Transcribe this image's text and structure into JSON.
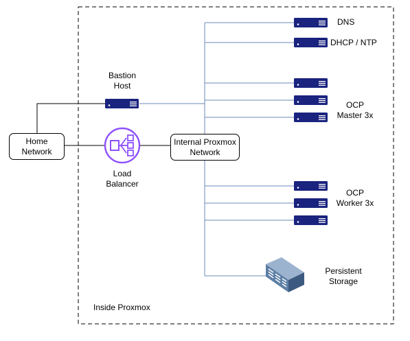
{
  "diagram": {
    "container_label": "Inside Proxmox",
    "nodes": {
      "home_network": {
        "line1": "Home",
        "line2": "Network"
      },
      "proxmox_network": {
        "line1": "Internal Proxmox",
        "line2": "Network"
      },
      "bastion": {
        "line1": "Bastion",
        "line2": "Host"
      },
      "load_balancer": {
        "line1": "Load",
        "line2": "Balancer"
      },
      "dns": {
        "label": "DNS"
      },
      "dhcp_ntp": {
        "label": "DHCP / NTP"
      },
      "masters": {
        "line1": "OCP",
        "line2": "Master 3x"
      },
      "workers": {
        "line1": "OCP",
        "line2": "Worker 3x"
      },
      "storage": {
        "line1": "Persistent",
        "line2": "Storage"
      }
    },
    "icons": {
      "server": "server-rack-icon",
      "load_balancer": "load-balancer-icon",
      "storage": "storage-array-icon"
    },
    "colors": {
      "server_blue": "#1a237e",
      "link_blue": "#6b8ab8",
      "lb_purple": "#8c4fff"
    }
  }
}
